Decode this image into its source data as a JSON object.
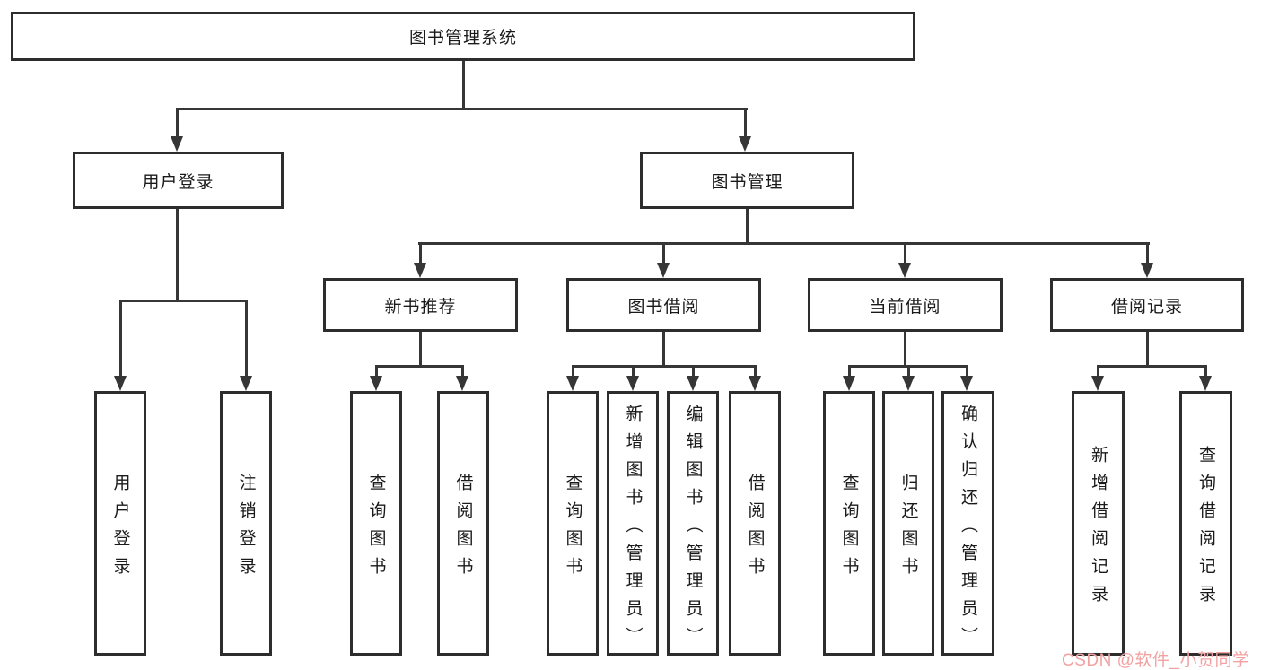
{
  "colors": {
    "line": "#363636",
    "box_border": "#2d2d2d",
    "box_fill": "#ffffff",
    "text": "#1a1a1a",
    "watermark": "#f2a2a2"
  },
  "root": {
    "label": "图书管理系统"
  },
  "level2": [
    {
      "label": "用户登录"
    },
    {
      "label": "图书管理"
    }
  ],
  "level3": [
    {
      "label": "新书推荐"
    },
    {
      "label": "图书借阅"
    },
    {
      "label": "当前借阅"
    },
    {
      "label": "借阅记录"
    }
  ],
  "leaves": {
    "user_login": [
      "用户登录",
      "注销登录"
    ],
    "new_book": [
      "查询图书",
      "借阅图书"
    ],
    "borrow": [
      "查询图书",
      "新增图书（管理员）",
      "编辑图书（管理员）",
      "借阅图书"
    ],
    "current": [
      "查询图书",
      "归还图书",
      "确认归还（管理员）"
    ],
    "record": [
      "新增借阅记录",
      "查询借阅记录"
    ]
  },
  "watermark": {
    "text": "CSDN @软件_小贺同学"
  }
}
